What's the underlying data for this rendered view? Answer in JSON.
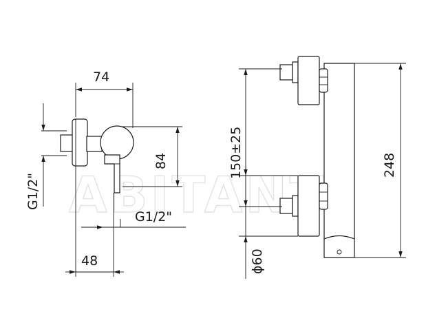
{
  "watermark": "ABITANT",
  "left_view": {
    "dim_width": "74",
    "dim_height": "84",
    "dim_depth": "48",
    "thread_inlet": "G1/2\"",
    "thread_outlet": "G1/2\""
  },
  "right_view": {
    "dim_spacing": "150±25",
    "dim_total_height": "248",
    "dim_diameter": "ϕ60"
  }
}
